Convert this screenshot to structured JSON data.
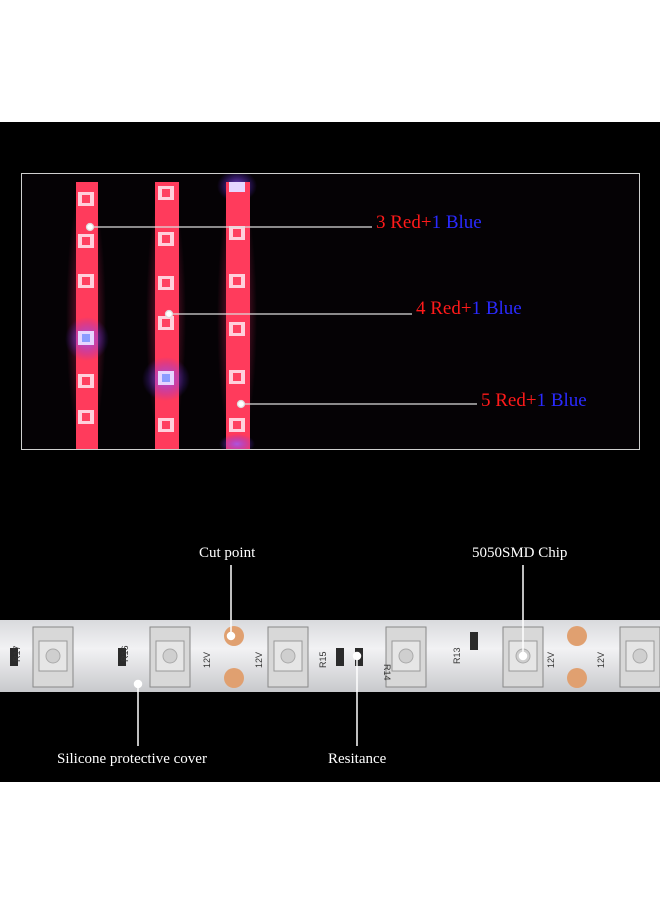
{
  "top_labels": [
    {
      "red_text": "3 Red+",
      "blue_text": "1 Blue"
    },
    {
      "red_text": "4 Red+",
      "blue_text": "1 Blue"
    },
    {
      "red_text": "5 Red+",
      "blue_text": "1 Blue"
    }
  ],
  "bottom_labels": {
    "cut_point": "Cut point",
    "chip": "5050SMD Chip",
    "cover": "Silicone protective cover",
    "resistance": "Resitance"
  },
  "strip_marks": {
    "resistors": [
      "R17",
      "R16",
      "R15",
      "R14",
      "R13"
    ],
    "voltage": "12V"
  },
  "colors": {
    "red_led": "#ff2a4a",
    "blue_led": "#a85cff",
    "label_red": "#ff1a1a",
    "label_blue": "#2a2aff"
  }
}
